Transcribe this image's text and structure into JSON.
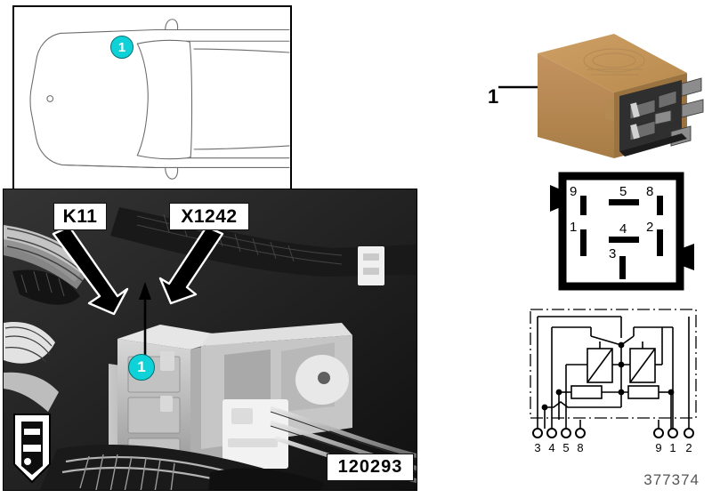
{
  "document": {
    "reference_number": "377374",
    "image_number": "120293"
  },
  "car_location_panel": {
    "name": "vehicle-location-diagram",
    "badge_label": "1"
  },
  "photo_panel": {
    "name": "installation-photo",
    "labels": [
      {
        "text": "K11",
        "meaning": "relay-designation"
      },
      {
        "text": "X1242",
        "meaning": "connector-designation"
      }
    ],
    "badge_label": "1",
    "image_number": "120293",
    "direction_icon": "car-orientation-icon"
  },
  "relay_illustration": {
    "name": "relay-component-view",
    "item_label": "1",
    "body_color": "#c08f4f",
    "terminal_color": "#3a3a3a"
  },
  "pinout": {
    "name": "relay-pin-layout",
    "top_row": [
      "9",
      "5",
      "8"
    ],
    "middle_row": [
      "1",
      "4",
      "2"
    ],
    "bottom_row": [
      "3"
    ],
    "horizontal_blades": [
      "5",
      "4"
    ],
    "vertical_blades": [
      "9",
      "8",
      "1",
      "2",
      "3"
    ]
  },
  "schematic": {
    "name": "relay-circuit-schematic",
    "terminals_left": [
      "3",
      "4",
      "5",
      "8"
    ],
    "terminals_right": [
      "9",
      "1",
      "2"
    ],
    "components": [
      "coil",
      "coil",
      "resistor",
      "resistor",
      "changeover-contact",
      "changeover-contact"
    ]
  },
  "colors": {
    "badge_fill": "#0fd2d8",
    "badge_stroke": "#0a6e72",
    "relay_body": "#c08f4f",
    "line": "#000000"
  }
}
